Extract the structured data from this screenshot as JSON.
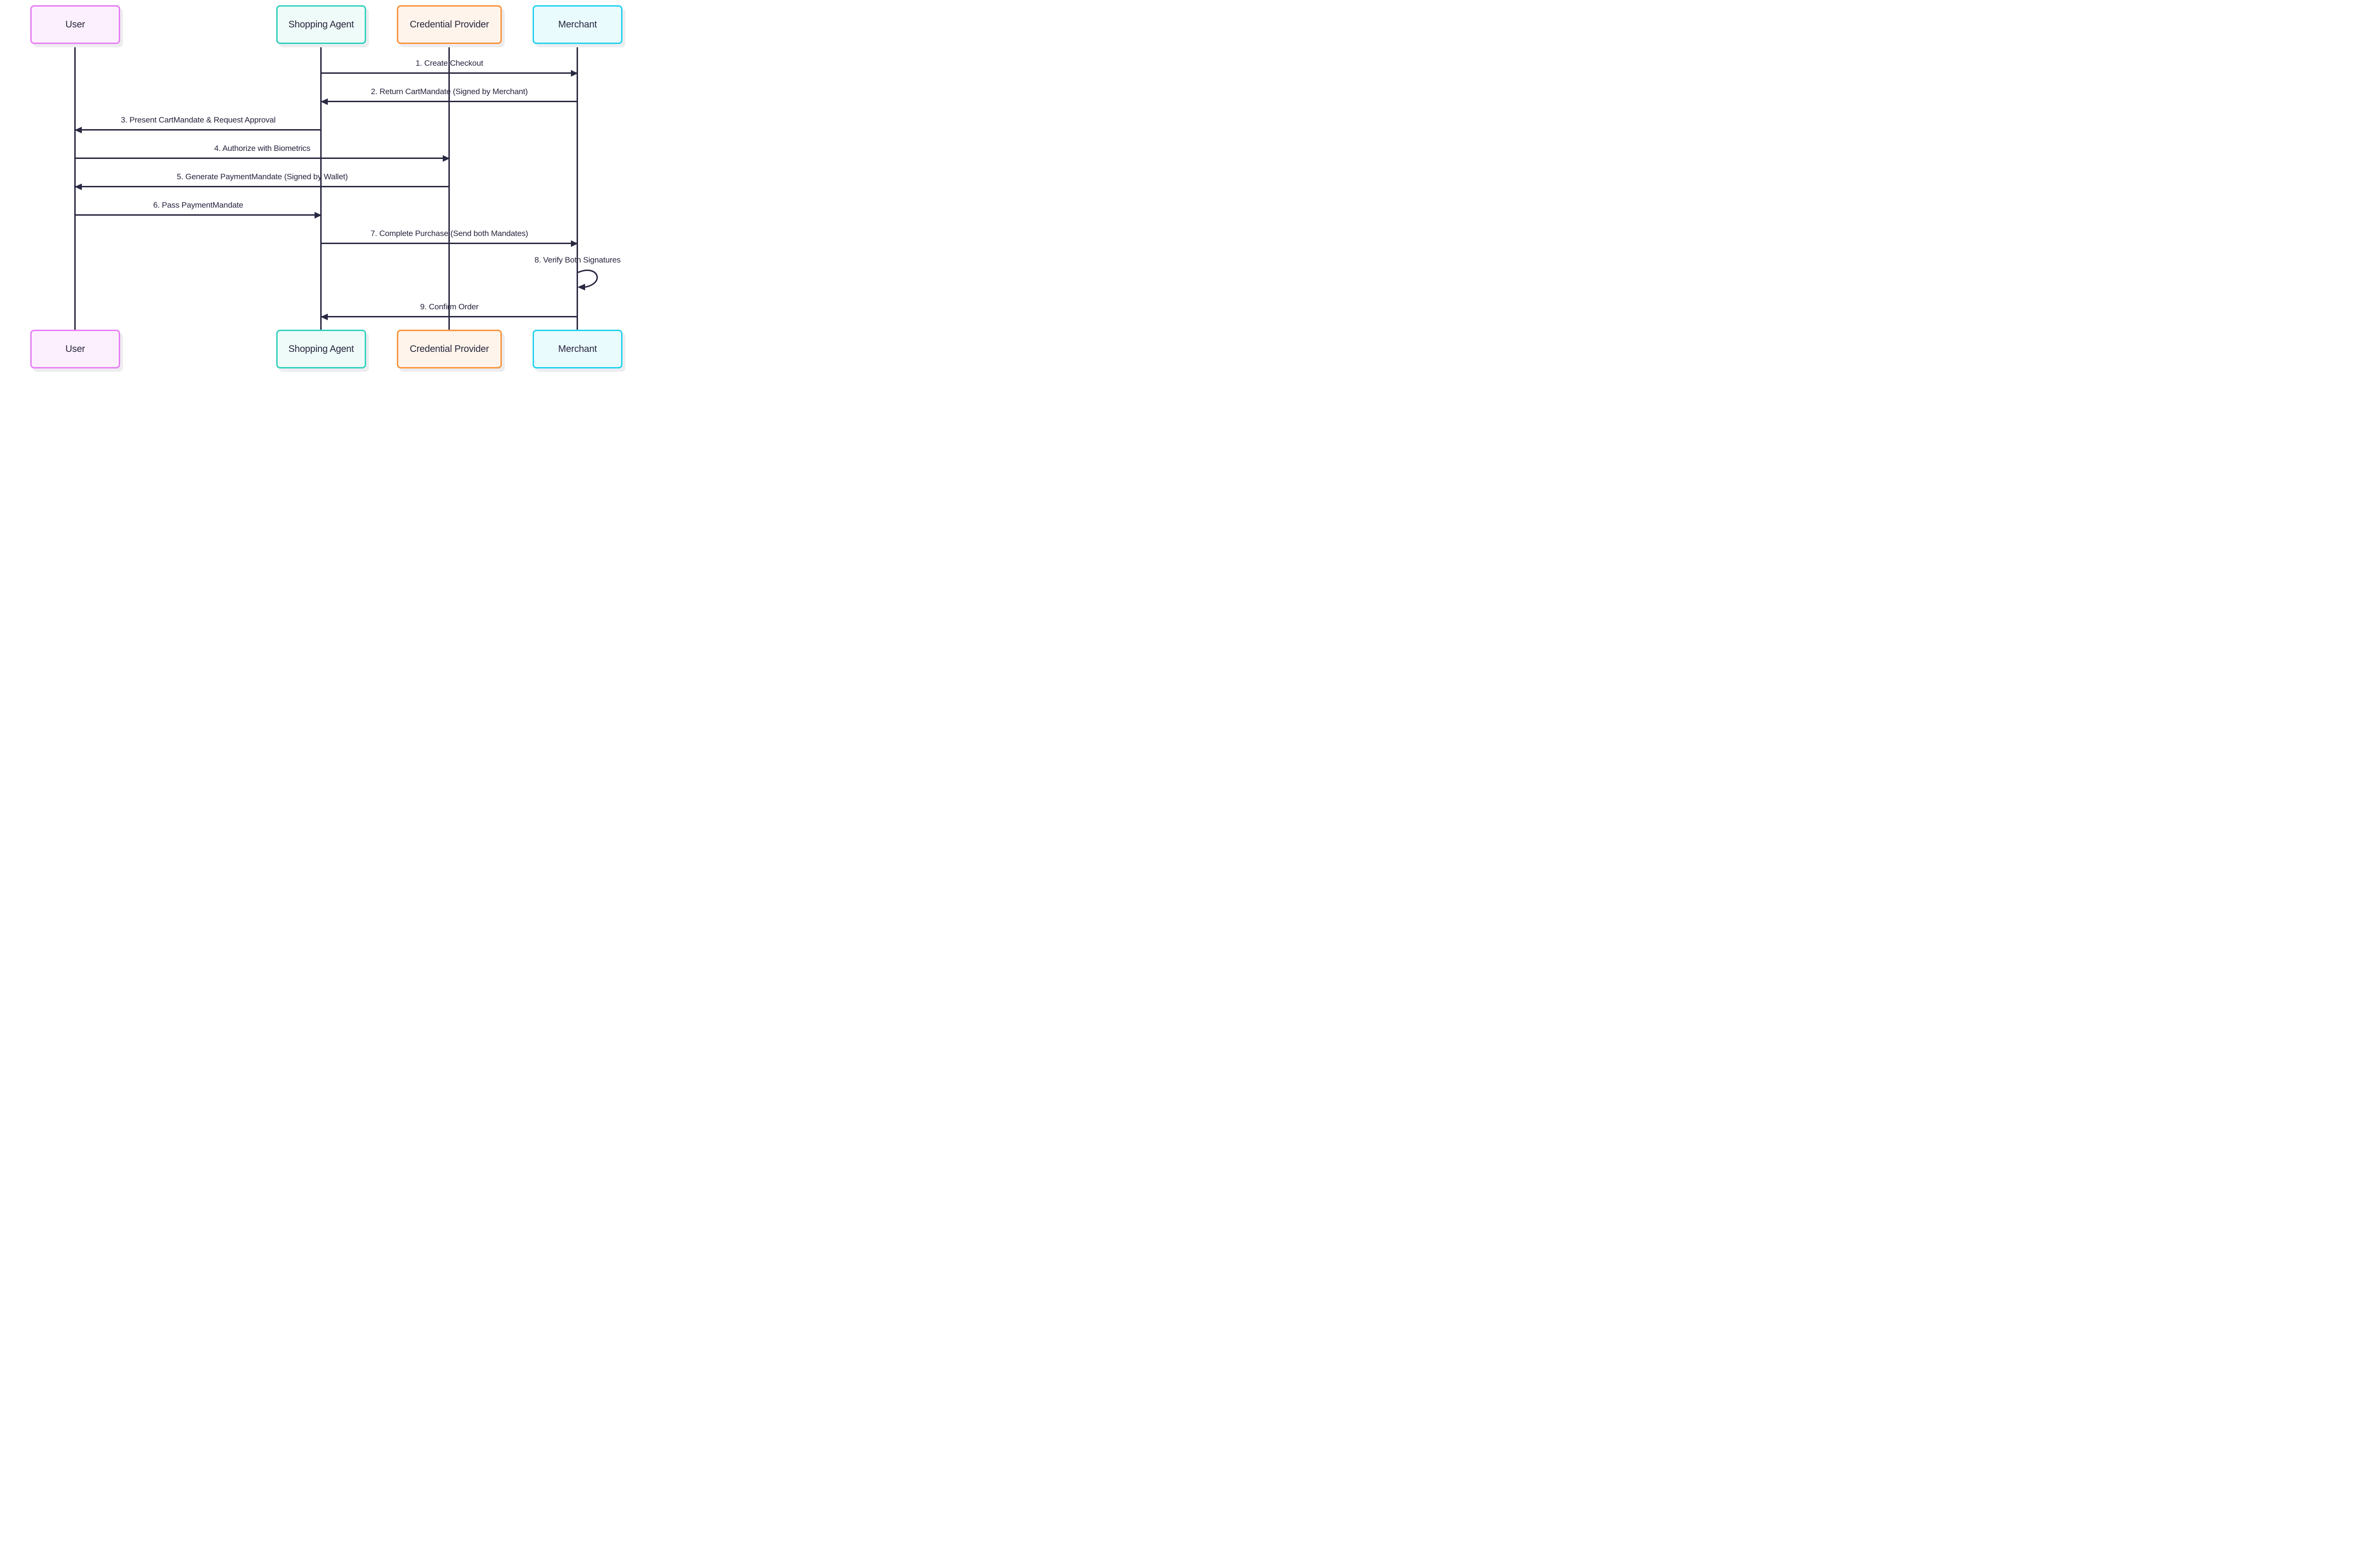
{
  "diagram": {
    "background_color": "#ffffff",
    "line_color": "#2a2942",
    "text_color": "#26253d"
  },
  "actors": [
    {
      "id": "user",
      "label": "User",
      "border": "#e87ff5",
      "fill": "#fdf0fe"
    },
    {
      "id": "shopping-agent",
      "label": "Shopping Agent",
      "border": "#33d1c0",
      "fill": "#effbf8"
    },
    {
      "id": "credential-provider",
      "label": "Credential Provider",
      "border": "#f9943d",
      "fill": "#fef4eb"
    },
    {
      "id": "merchant",
      "label": "Merchant",
      "border": "#25d2ee",
      "fill": "#eafbfe"
    }
  ],
  "messages": [
    {
      "num": 1,
      "label": "1. Create Checkout",
      "from": "shopping-agent",
      "to": "merchant",
      "direction": "right"
    },
    {
      "num": 2,
      "label": "2. Return CartMandate (Signed by Merchant)",
      "from": "merchant",
      "to": "shopping-agent",
      "direction": "left"
    },
    {
      "num": 3,
      "label": "3. Present CartMandate & Request Approval",
      "from": "shopping-agent",
      "to": "user",
      "direction": "left"
    },
    {
      "num": 4,
      "label": "4. Authorize with Biometrics",
      "from": "user",
      "to": "credential-provider",
      "direction": "right"
    },
    {
      "num": 5,
      "label": "5. Generate PaymentMandate (Signed by Wallet)",
      "from": "credential-provider",
      "to": "user",
      "direction": "left"
    },
    {
      "num": 6,
      "label": "6. Pass PaymentMandate",
      "from": "user",
      "to": "shopping-agent",
      "direction": "right"
    },
    {
      "num": 7,
      "label": "7. Complete Purchase (Send both Mandates)",
      "from": "shopping-agent",
      "to": "merchant",
      "direction": "right"
    },
    {
      "num": 8,
      "label": "8. Verify Both Signatures",
      "from": "merchant",
      "to": "merchant",
      "direction": "self"
    },
    {
      "num": 9,
      "label": "9. Confirm Order",
      "from": "merchant",
      "to": "shopping-agent",
      "direction": "left"
    }
  ]
}
